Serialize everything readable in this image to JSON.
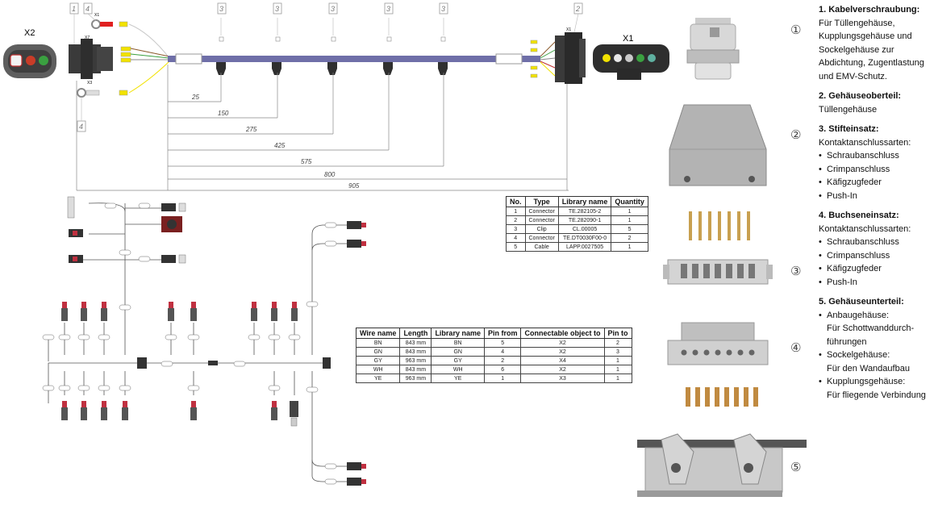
{
  "harness_top": {
    "connector_left_label": "X2",
    "connector_right_label": "X1",
    "small_labels": [
      "X7",
      "X1",
      "X3",
      "X1"
    ],
    "callouts": [
      "1",
      "4",
      "3",
      "3",
      "3",
      "3",
      "3",
      "2",
      "4"
    ],
    "dimensions": [
      "25",
      "150",
      "275",
      "425",
      "575",
      "800",
      "905"
    ]
  },
  "components_table": {
    "headers": [
      "No.",
      "Type",
      "Library name",
      "Quantity"
    ],
    "rows": [
      [
        "1",
        "Connector",
        "TE.282105-2",
        "1"
      ],
      [
        "2",
        "Connector",
        "TE.282090-1",
        "1"
      ],
      [
        "3",
        "Clip",
        "CL.00005",
        "5"
      ],
      [
        "4",
        "Connector",
        "TE.DT0030F00-0",
        "2"
      ],
      [
        "5",
        "Cable",
        "LAPP.0027505",
        "1"
      ]
    ]
  },
  "wires_table": {
    "headers": [
      "Wire name",
      "Length",
      "Library name",
      "Pin from",
      "Connectable object to",
      "Pin to"
    ],
    "rows": [
      [
        "BN",
        "843 mm",
        "BN",
        "5",
        "X2",
        "2"
      ],
      [
        "GN",
        "843 mm",
        "GN",
        "4",
        "X2",
        "3"
      ],
      [
        "GY",
        "963 mm",
        "GY",
        "2",
        "X4",
        "1"
      ],
      [
        "WH",
        "843 mm",
        "WH",
        "6",
        "X2",
        "1"
      ],
      [
        "YE",
        "963 mm",
        "YE",
        "1",
        "X3",
        "1"
      ]
    ]
  },
  "legend": {
    "sections": [
      {
        "num": "①",
        "title": "1. Kabelverschraubung:",
        "text": "Für Tüllengehäuse, Kupplungsgehäuse und Sockelgehäuse zur Abdichtung, Zugentlastung und EMV-Schutz.",
        "items": []
      },
      {
        "num": "②",
        "title": "2. Gehäuseoberteil:",
        "text": "Tüllengehäuse",
        "items": []
      },
      {
        "num": "",
        "title": "3. Stifteinsatz:",
        "text": "Kontaktanschlussarten:",
        "items": [
          "Schraubanschluss",
          "Crimpanschluss",
          "Käfigzugfeder",
          "Push-In"
        ]
      },
      {
        "num": "",
        "title": "4. Buchseneinsatz:",
        "text": "Kontaktanschlussarten:",
        "items": [
          "Schraubanschluss",
          "Crimpanschluss",
          "Käfigzugfeder",
          "Push-In"
        ]
      }
    ],
    "section5": {
      "title": "5. Gehäuseunterteil:",
      "items": [
        {
          "label": "Anbaugehäuse:",
          "sub": "Für Schottwanddurch-führungen"
        },
        {
          "label": "Sockelgehäuse:",
          "sub": "Für den Wandaufbau"
        },
        {
          "label": "Kupplungsgehäuse:",
          "sub": "Für fliegende Verbindung"
        }
      ]
    },
    "markers": [
      "③",
      "④",
      "⑤"
    ]
  },
  "colors": {
    "cable": "#6f6fa8",
    "wire_yellow": "#f2e200",
    "wire_red": "#e02020",
    "wire_green": "#3aa040",
    "connector_gray": "#5a5a5a"
  }
}
